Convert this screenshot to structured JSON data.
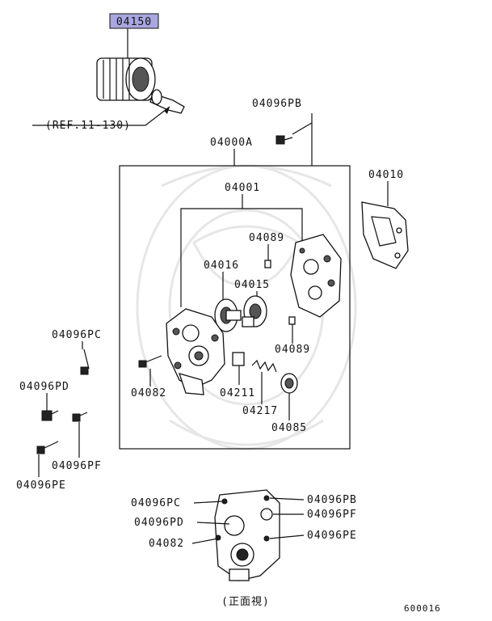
{
  "labels": {
    "highlight_part": "04150",
    "ref": "(REF.11-130)",
    "pb_top": "04096PB",
    "assembly": "04000A",
    "body": "04001",
    "gasket": "04010",
    "pin_top": "04089",
    "gear_a": "04016",
    "gear_b": "04015",
    "pin_bottom": "04089",
    "bolt_pc": "04096PC",
    "bolt_pd": "04096PD",
    "bolt_pf": "04096PF",
    "bolt_pe": "04096PE",
    "bolt_82": "04082",
    "plunger": "04211",
    "spring": "04217",
    "plug": "04085",
    "front_pc": "04096PC",
    "front_pd": "04096PD",
    "front_82": "04082",
    "front_pb": "04096PB",
    "front_pf": "04096PF",
    "front_pe": "04096PE",
    "front_view": "(正面視)",
    "diagram_id": "600016"
  },
  "colors": {
    "highlight": "#a9a6e0",
    "ink": "#111111"
  }
}
